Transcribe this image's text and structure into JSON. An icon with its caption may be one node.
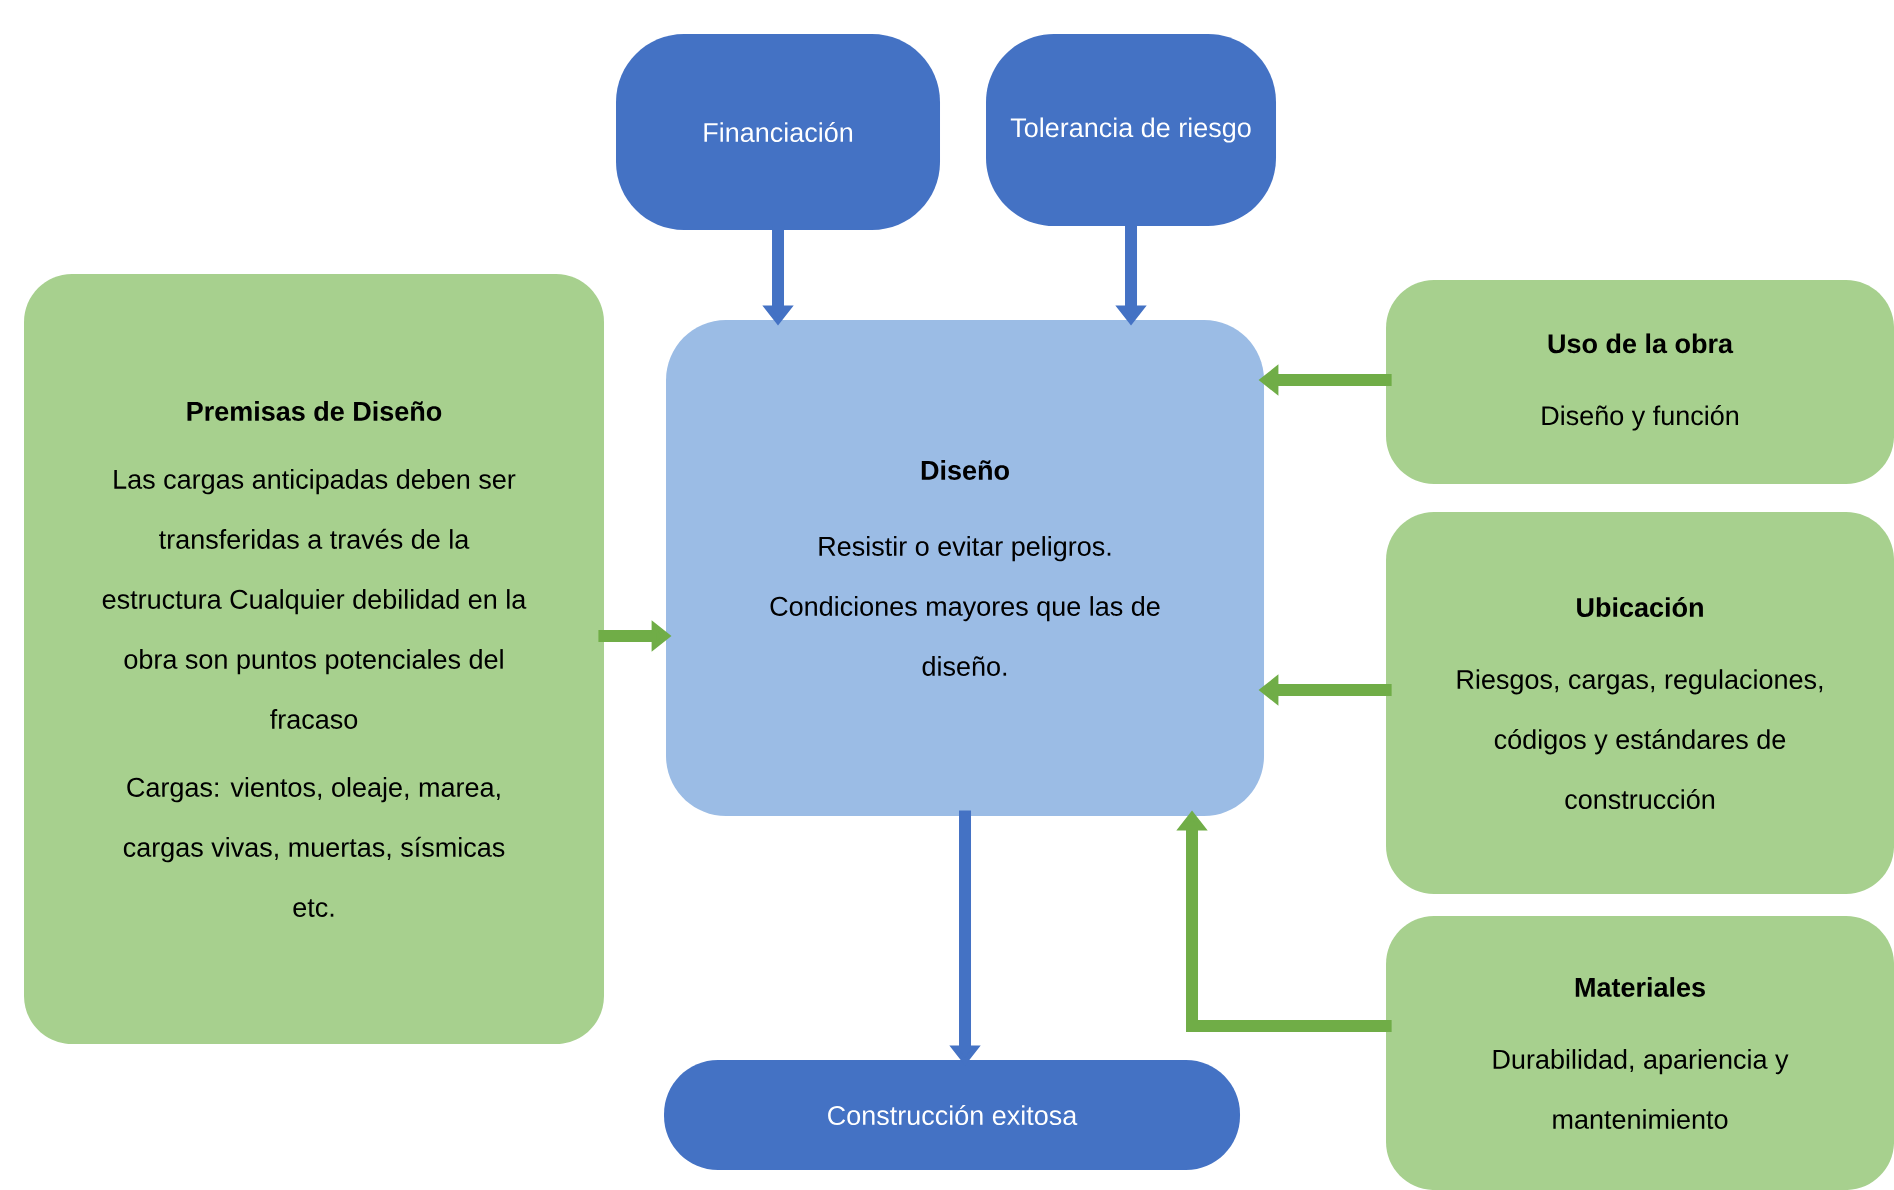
{
  "diagram": {
    "nodes": [
      {
        "text": [
          "Financiación"
        ]
      },
      {
        "text": [
          "Tolerancia de riesgo"
        ]
      },
      {
        "text": [
          "Premisas de Diseño",
          "Las cargas anticipadas deben ser transferidas a través de la estructura Cualquier debilidad en la obra son puntos potenciales del fracaso",
          "Cargas: vientos, oleaje, marea, cargas vivas, muertas, sísmicas etc."
        ]
      },
      {
        "text": [
          "Diseño",
          "Resistir o evitar peligros. Condiciones mayores que las de diseño."
        ]
      },
      {
        "text": [
          "Uso de la obra",
          "Diseño y función"
        ]
      },
      {
        "text": [
          "Ubicación",
          "Riesgos, cargas, regulaciones, códigos y estándares de construcción"
        ]
      },
      {
        "text": [
          "Materiales",
          "Durabilidad, apariencia y mantenimiento"
        ]
      },
      {
        "text": [
          "Construcción exitosa"
        ]
      }
    ],
    "edges": [
      {
        "from": 0,
        "to": 3,
        "arrow": "to",
        "color": "#4472c4"
      },
      {
        "from": 1,
        "to": 3,
        "arrow": "to",
        "color": "#4472c4"
      },
      {
        "from": 2,
        "to": 3,
        "arrow": "to",
        "color": "#70ad47"
      },
      {
        "from": 4,
        "to": 3,
        "arrow": "to",
        "color": "#70ad47"
      },
      {
        "from": 5,
        "to": 3,
        "arrow": "to",
        "color": "#70ad47"
      },
      {
        "from": 6,
        "to": 3,
        "arrow": "to",
        "color": "#70ad47"
      },
      {
        "from": 3,
        "to": 7,
        "arrow": "to",
        "color": "#4472c4"
      }
    ]
  }
}
